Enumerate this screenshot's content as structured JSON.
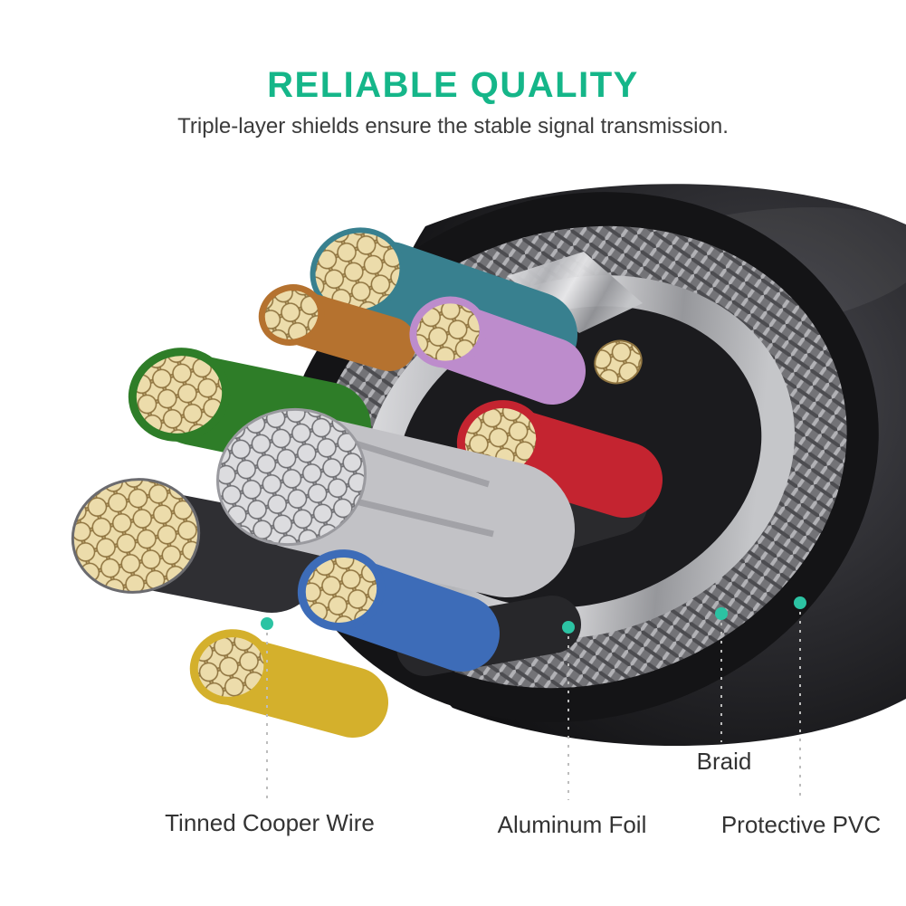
{
  "page": {
    "title": "RELIABLE QUALITY",
    "subtitle": "Triple-layer shields ensure the stable signal transmission."
  },
  "callouts": [
    {
      "id": "tinned-copper-wire",
      "label": "Tinned Cooper Wire"
    },
    {
      "id": "aluminum-foil",
      "label": "Aluminum Foil"
    },
    {
      "id": "braid",
      "label": "Braid"
    },
    {
      "id": "protective-pvc",
      "label": "Protective PVC"
    }
  ],
  "colors": {
    "accent_teal_green": "#15b689",
    "callout_dot": "#2cc3a3",
    "subtitle_text": "#3b3b3b",
    "label_text": "#333333",
    "wire_red": "#c42430",
    "wire_blue": "#3d6cb8",
    "wire_green": "#2e7d28",
    "wire_yellow": "#d4b02c",
    "wire_purple": "#bd8ccc",
    "wire_teal": "#38808f",
    "wire_orange": "#b5722f",
    "copper_strand_tan": "#ecdcab",
    "jacket_black": "#1b1b1e",
    "foil_silver": "#c9cacd",
    "braid_gray": "#85858a"
  }
}
